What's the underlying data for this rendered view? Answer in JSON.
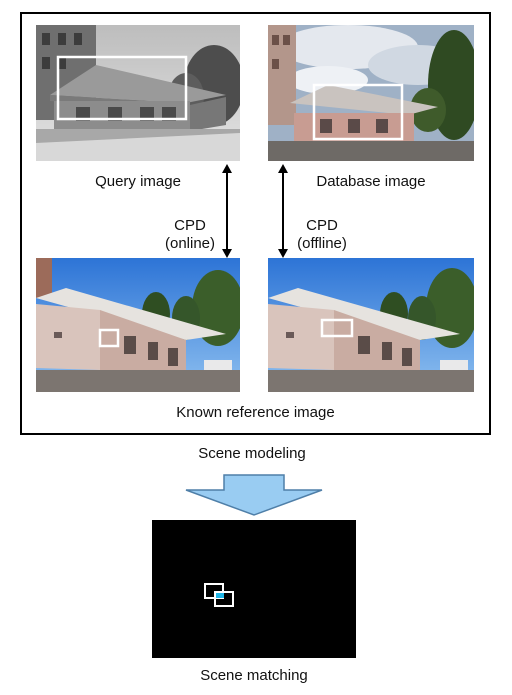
{
  "labels": {
    "query_image": "Query image",
    "database_image": "Database image",
    "cpd_online_line1": "CPD",
    "cpd_online_line2": "(online)",
    "cpd_offline_line1": "CPD",
    "cpd_offline_line2": "(offline)",
    "known_reference_image": "Known reference image",
    "scene_modeling": "Scene modeling",
    "scene_matching": "Scene matching"
  },
  "colors": {
    "frame_border": "#000000",
    "down_arrow_fill": "#99ccf2",
    "down_arrow_stroke": "#4f7fa8",
    "matching_background": "#000000",
    "matching_highlight": "#1fb6e8",
    "selection_box": "#ffffff"
  },
  "icons": {
    "double_arrow_left": "vertical-double-arrow-icon",
    "double_arrow_right": "vertical-double-arrow-icon",
    "process_arrow": "down-arrow-icon"
  }
}
